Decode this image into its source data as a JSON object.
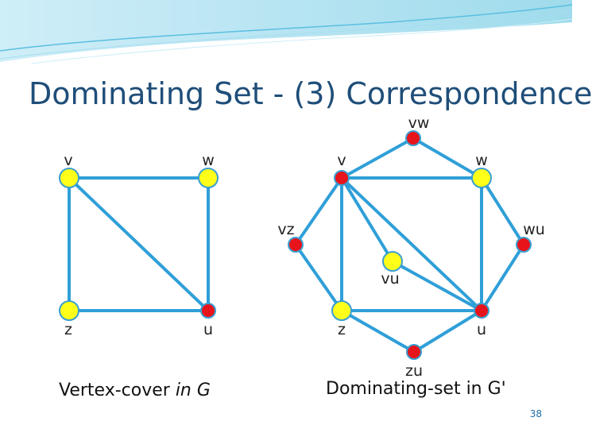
{
  "slide": {
    "title": "Dominating Set - (3) Correspondence",
    "page_number": "38"
  },
  "graph_g": {
    "caption_plain": "Vertex-cover ",
    "caption_italic": "in G",
    "vertices": [
      {
        "id": "v",
        "label": "v",
        "color": "#ffff1a"
      },
      {
        "id": "w",
        "label": "w",
        "color": "#ffff1a"
      },
      {
        "id": "z",
        "label": "z",
        "color": "#ffff1a"
      },
      {
        "id": "u",
        "label": "u",
        "color": "#e8141b"
      }
    ],
    "edges": [
      [
        "v",
        "w"
      ],
      [
        "v",
        "z"
      ],
      [
        "v",
        "u"
      ],
      [
        "w",
        "u"
      ],
      [
        "z",
        "u"
      ]
    ]
  },
  "graph_g_prime": {
    "caption": "Dominating-set in G'",
    "vertices": [
      {
        "id": "v",
        "label": "v",
        "color": "#e8141b"
      },
      {
        "id": "w",
        "label": "w",
        "color": "#ffff1a"
      },
      {
        "id": "z",
        "label": "z",
        "color": "#ffff1a"
      },
      {
        "id": "u",
        "label": "u",
        "color": "#e8141b"
      },
      {
        "id": "vw",
        "label": "vw",
        "color": "#e8141b"
      },
      {
        "id": "vz",
        "label": "vz",
        "color": "#e8141b"
      },
      {
        "id": "wu",
        "label": "wu",
        "color": "#e8141b"
      },
      {
        "id": "vu",
        "label": "vu",
        "color": "#ffff1a"
      },
      {
        "id": "zu",
        "label": "zu",
        "color": "#e8141b"
      }
    ],
    "edges": [
      [
        "v",
        "w"
      ],
      [
        "v",
        "z"
      ],
      [
        "v",
        "u"
      ],
      [
        "w",
        "u"
      ],
      [
        "z",
        "u"
      ],
      [
        "v",
        "vw"
      ],
      [
        "vw",
        "w"
      ],
      [
        "v",
        "vz"
      ],
      [
        "vz",
        "z"
      ],
      [
        "w",
        "wu"
      ],
      [
        "wu",
        "u"
      ],
      [
        "v",
        "vu"
      ],
      [
        "vu",
        "u"
      ],
      [
        "z",
        "zu"
      ],
      [
        "zu",
        "u"
      ]
    ]
  },
  "colors": {
    "edge": "#2f9fd8",
    "title": "#1f4e79",
    "vertex_stroke": "#3a9fd0"
  }
}
